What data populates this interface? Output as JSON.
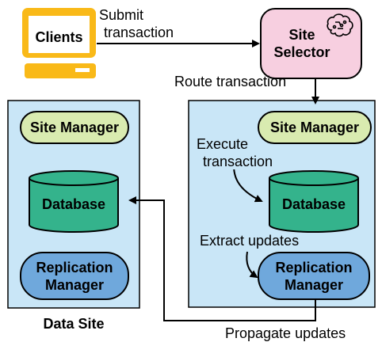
{
  "clients": {
    "label": "Clients"
  },
  "site_selector": {
    "label_line1": "Site",
    "label_line2": "Selector"
  },
  "edges": {
    "submit_line1": "Submit",
    "submit_line2": "transaction",
    "route": "Route transaction",
    "execute_line1": "Execute",
    "execute_line2": "transaction",
    "extract": "Extract updates",
    "propagate": "Propagate updates"
  },
  "left_site": {
    "site_manager": "Site Manager",
    "database": "Database",
    "replication_line1": "Replication",
    "replication_line2": "Manager",
    "caption": "Data Site"
  },
  "right_site": {
    "site_manager": "Site Manager",
    "database": "Database",
    "replication_line1": "Replication",
    "replication_line2": "Manager"
  },
  "colors": {
    "site_panel": "#c9e6f7",
    "site_manager": "#d9ebb0",
    "database": "#34b38c",
    "replication": "#6fa8dc",
    "site_selector": "#f7cfe0",
    "clients_frame": "#f9b918"
  }
}
